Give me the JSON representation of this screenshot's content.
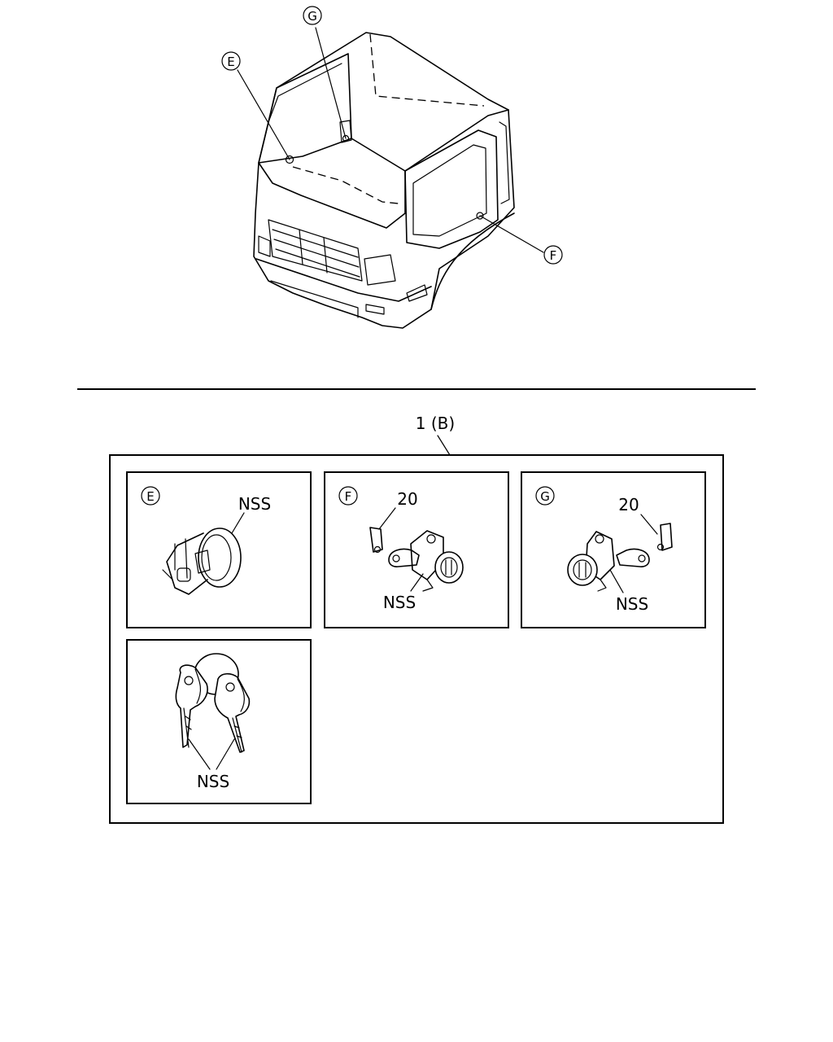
{
  "callouts": {
    "e": "E",
    "f": "F",
    "g": "G"
  },
  "assembly_label": "1 (B)",
  "panels": {
    "e": {
      "letter": "E",
      "part_label": "NSS"
    },
    "f": {
      "letter": "F",
      "part_label": "NSS",
      "screw_label": "20"
    },
    "g": {
      "letter": "G",
      "part_label": "NSS",
      "screw_label": "20"
    },
    "keys": {
      "part_label": "NSS"
    }
  }
}
